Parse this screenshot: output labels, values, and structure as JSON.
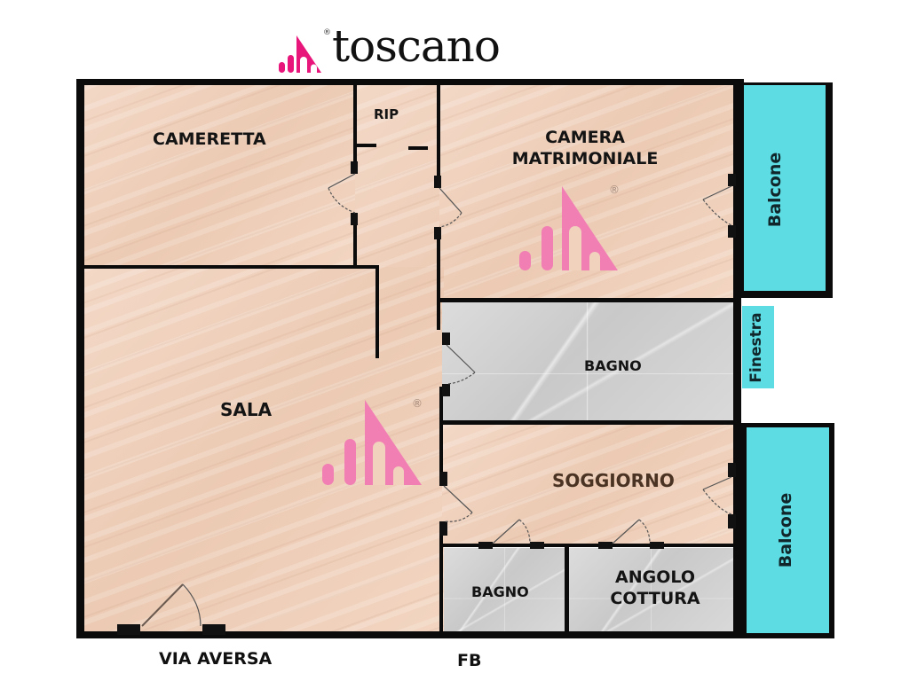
{
  "brand": {
    "name": "toscano",
    "registered_mark": "®",
    "logo_color": "#e8157a",
    "watermark_color": "#f17fb3"
  },
  "floorplan": {
    "rooms": [
      {
        "id": "cameretta",
        "label": "CAMERETTA",
        "floor": "wood"
      },
      {
        "id": "rip",
        "label": "RIP",
        "floor": "wood"
      },
      {
        "id": "camera_matrimoniale",
        "label_line1": "CAMERA",
        "label_line2": "MATRIMONIALE",
        "floor": "wood"
      },
      {
        "id": "sala",
        "label": "SALA",
        "floor": "wood"
      },
      {
        "id": "bagno_1",
        "label": "BAGNO",
        "floor": "marble"
      },
      {
        "id": "soggiorno",
        "label": "SOGGIORNO",
        "floor": "wood",
        "label_color": "#4a3322"
      },
      {
        "id": "bagno_2",
        "label": "BAGNO",
        "floor": "marble"
      },
      {
        "id": "angolo_cottura",
        "label_line1": "ANGOLO",
        "label_line2": "COTTURA",
        "floor": "marble"
      }
    ],
    "exterior": {
      "balcone_top": "Balcone",
      "finestra": "Finestra",
      "balcone_bottom": "Balcone",
      "balcony_color": "#5ddde3"
    },
    "streets": {
      "bottom_left": "VIA AVERSA",
      "bottom_center": "FB"
    },
    "watermarks": [
      {
        "room": "camera_matrimoniale",
        "mark": "®"
      },
      {
        "room": "sala",
        "mark": "®"
      }
    ]
  }
}
